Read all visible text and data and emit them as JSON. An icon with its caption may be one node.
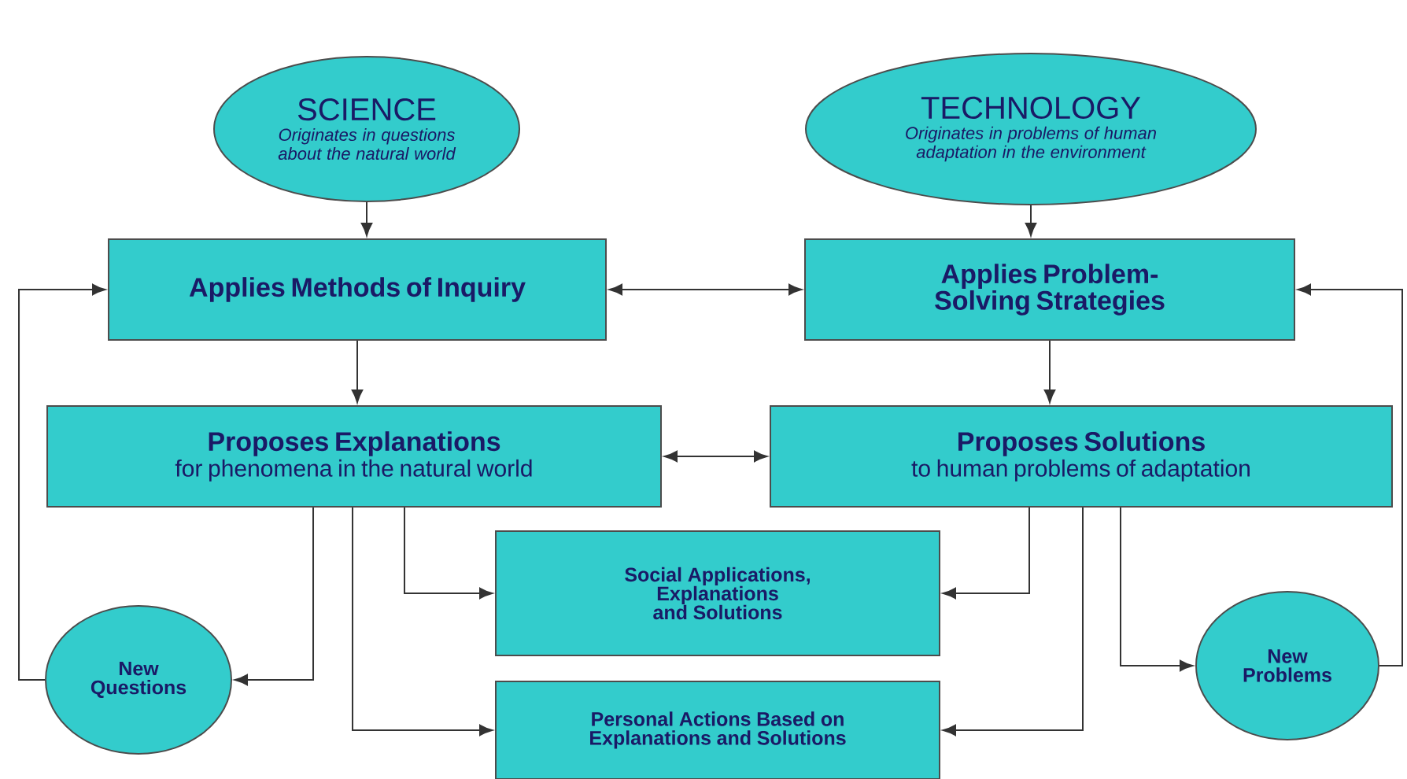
{
  "diagram": {
    "nodes": [
      {
        "text": [
          "SCIENCE",
          "Originates in questions about the natural world"
        ]
      },
      {
        "text": [
          "TECHNOLOGY",
          "Originates in problems of human adaptation in the environment"
        ]
      },
      {
        "text": [
          "Applies Methods of Inquiry"
        ]
      },
      {
        "text": [
          "Applies Problem-Solving Strategies"
        ]
      },
      {
        "text": [
          "Proposes Explanations",
          "for phenomena in the natural world"
        ]
      },
      {
        "text": [
          "Proposes Solutions",
          "to human problems of adaptation"
        ]
      },
      {
        "text": [
          "Social Applications, Explanations and Solutions"
        ]
      },
      {
        "text": [
          "New Questions"
        ]
      },
      {
        "text": [
          "Personal Actions Based on Explanations and Solutions"
        ]
      },
      {
        "text": [
          "New Problems"
        ]
      }
    ],
    "edges": [
      {
        "from": 0,
        "to": 2,
        "arrow": "to"
      },
      {
        "from": 1,
        "to": 3,
        "arrow": "to"
      },
      {
        "from": 2,
        "to": 3,
        "arrow": "both"
      },
      {
        "from": 2,
        "to": 4,
        "arrow": "to"
      },
      {
        "from": 3,
        "to": 5,
        "arrow": "to"
      },
      {
        "from": 4,
        "to": 5,
        "arrow": "both"
      },
      {
        "from": 4,
        "to": 7,
        "arrow": "to"
      },
      {
        "from": 4,
        "to": 6,
        "arrow": "to"
      },
      {
        "from": 4,
        "to": 8,
        "arrow": "to"
      },
      {
        "from": 5,
        "to": 6,
        "arrow": "to"
      },
      {
        "from": 5,
        "to": 8,
        "arrow": "to"
      },
      {
        "from": 5,
        "to": 9,
        "arrow": "to"
      },
      {
        "from": 7,
        "to": 2,
        "arrow": "to"
      },
      {
        "from": 9,
        "to": 3,
        "arrow": "to"
      }
    ]
  }
}
